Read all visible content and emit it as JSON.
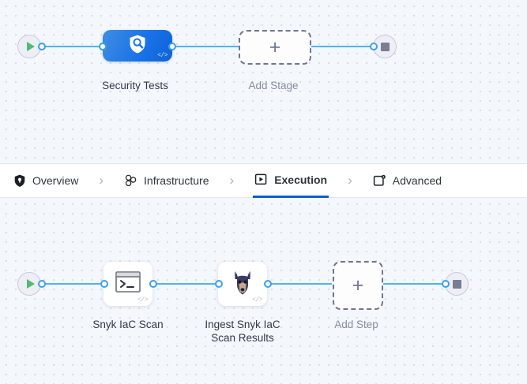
{
  "colors": {
    "canvas_bg": "#f4f7fb",
    "grid_dot": "#ccd6e4",
    "edge": "#4eb3f0",
    "port_ring": "#3aa0ea",
    "stage_blue": "#1a73e8",
    "active_tab_underline": "#0b5cd5",
    "start_green": "#4dbd74",
    "stop_grey": "#7b7b93",
    "dashed_border": "#6f7593",
    "caption_text": "#33374d",
    "caption_muted": "#868ca0"
  },
  "stage_pipeline": {
    "start_node": {
      "icon": "play-icon"
    },
    "end_node": {
      "icon": "stop-icon"
    },
    "stage": {
      "label": "Security Tests",
      "icon": "shield-search-icon",
      "badge": "</>"
    },
    "add_stage": {
      "label": "Add Stage",
      "icon": "plus-icon"
    }
  },
  "tabs": [
    {
      "label": "Overview",
      "icon": "shield-icon",
      "active": false
    },
    {
      "label": "Infrastructure",
      "icon": "nodes-cluster-icon",
      "active": false
    },
    {
      "label": "Execution",
      "icon": "play-box-icon",
      "active": true
    },
    {
      "label": "Advanced",
      "icon": "gear-box-icon",
      "active": false
    }
  ],
  "tab_separator": "›",
  "step_pipeline": {
    "start_node": {
      "icon": "play-icon"
    },
    "end_node": {
      "icon": "stop-icon"
    },
    "steps": [
      {
        "label": "Snyk IaC Scan",
        "icon": "terminal-icon",
        "badge": "</>"
      },
      {
        "label": "Ingest Snyk IaC Scan Results",
        "label_line1": "Ingest Snyk IaC",
        "label_line2": "Scan Results",
        "icon": "snyk-dog-icon",
        "badge": "</>"
      }
    ],
    "add_step": {
      "label": "Add Step",
      "icon": "plus-icon"
    }
  }
}
